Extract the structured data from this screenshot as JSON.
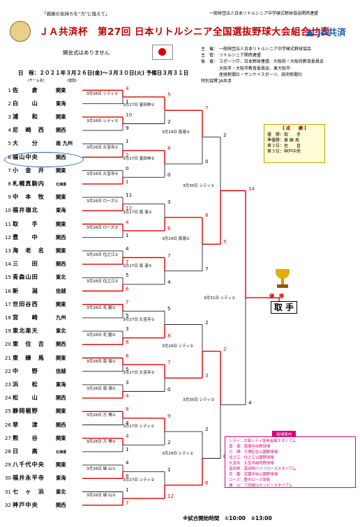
{
  "header": {
    "motto": "「感謝の気持ちを“力”に換えて」",
    "org_top": "一般財団法人日本リトルシニア中学硬式野球協会関西連盟",
    "title": "ＪＡ共済杯　第27回 日本リトルシニア全国選抜野球大会組合せ表",
    "ja_logo": "JA共済",
    "ceremony": "開会式はありません",
    "dates": "日　程：２０２１年３月２６日(金)～３月３０日(火)  予備日３月３１日",
    "col_team": "(チーム名)",
    "col_league": "(連盟)"
  },
  "organizers": [
    {
      "k": "主　催：",
      "v": "一般財団法人日本リトルシニア中学硬式野球協会"
    },
    {
      "k": "主　管：",
      "v": "リトルシニア関西連盟"
    },
    {
      "k": "後　援：",
      "v": "スポーツ庁、日本野球連盟、大阪府・大阪府教育委員会"
    },
    {
      "k": "",
      "v": "大阪市・大阪市教育委員会、東大阪市"
    },
    {
      "k": "",
      "v": "産経新聞社・サンケイスポーツ、読売新聞社"
    },
    {
      "k": "特別協賛：",
      "v": "JA共済"
    }
  ],
  "results": {
    "title": "【 成　　績 】",
    "rows": [
      "優　勝：取　　手",
      "準優勝：東 練 馬",
      "第３位：佐　　倉",
      "第３位：神戸中央"
    ]
  },
  "teams": [
    {
      "no": "1",
      "name": "佐　　倉",
      "league": "関東",
      "small": false
    },
    {
      "no": "2",
      "name": "白　　山",
      "league": "東海",
      "small": false
    },
    {
      "no": "3",
      "name": "浦　　和",
      "league": "関東",
      "small": false
    },
    {
      "no": "4",
      "name": "尼　崎　西",
      "league": "関西",
      "small": false
    },
    {
      "no": "5",
      "name": "大　　分",
      "league": "南 九州",
      "small": false
    },
    {
      "no": "6",
      "name": "福山中央",
      "league": "関西",
      "small": false
    },
    {
      "no": "7",
      "name": "小　金　井",
      "league": "関東",
      "small": false
    },
    {
      "no": "8",
      "name": "札幌真駒内",
      "league": "北海道",
      "small": true
    },
    {
      "no": "9",
      "name": "中　本　牧",
      "league": "関東",
      "small": false
    },
    {
      "no": "10",
      "name": "福井嶺北",
      "league": "東海",
      "small": false
    },
    {
      "no": "11",
      "name": "取　　手",
      "league": "関東",
      "small": false
    },
    {
      "no": "12",
      "name": "豊　　中",
      "league": "関西",
      "small": false
    },
    {
      "no": "13",
      "name": "海　老　名",
      "league": "関東",
      "small": false
    },
    {
      "no": "14",
      "name": "三　　田",
      "league": "関西",
      "small": false
    },
    {
      "no": "15",
      "name": "青森山田",
      "league": "東北",
      "small": false
    },
    {
      "no": "16",
      "name": "新　　潟",
      "league": "信越",
      "small": false
    },
    {
      "no": "17",
      "name": "世田谷西",
      "league": "関東",
      "small": false
    },
    {
      "no": "18",
      "name": "宮　　崎",
      "league": "九州",
      "small": false
    },
    {
      "no": "19",
      "name": "東北楽天",
      "league": "東北",
      "small": false
    },
    {
      "no": "20",
      "name": "東　住　吉",
      "league": "関西",
      "small": false
    },
    {
      "no": "21",
      "name": "東　練　馬",
      "league": "関東",
      "small": false
    },
    {
      "no": "22",
      "name": "中　　野",
      "league": "信越",
      "small": false
    },
    {
      "no": "23",
      "name": "浜　　松",
      "league": "東海",
      "small": false
    },
    {
      "no": "24",
      "name": "松　　山",
      "league": "関西",
      "small": false
    },
    {
      "no": "25",
      "name": "静岡裾野",
      "league": "関東",
      "small": false
    },
    {
      "no": "26",
      "name": "草　　津",
      "league": "関西",
      "small": false
    },
    {
      "no": "27",
      "name": "熊　　谷",
      "league": "関東",
      "small": false
    },
    {
      "no": "28",
      "name": "日　　高",
      "league": "北海道",
      "small": true
    },
    {
      "no": "29",
      "name": "八千代中央",
      "league": "関東",
      "small": false
    },
    {
      "no": "30",
      "name": "福井永平寺",
      "league": "東海",
      "small": false
    },
    {
      "no": "31",
      "name": "七　ヶ　浜",
      "league": "東北",
      "small": false
    },
    {
      "no": "32",
      "name": "神戸中央",
      "league": "関西",
      "small": false
    }
  ],
  "r1": [
    {
      "label": "3月26日 シティ①",
      "s": [
        "4",
        "1"
      ]
    },
    {
      "label": "3月26日 シティ②",
      "s": [
        "10",
        "9"
      ]
    },
    {
      "label": "3月26日 久宝寺①",
      "s": [
        "1",
        "2"
      ]
    },
    {
      "label": "3月26日 久宝寺②",
      "s": [
        "0",
        "1"
      ]
    },
    {
      "label": "3月26日 ローズ①",
      "s": [
        "11",
        "12"
      ]
    },
    {
      "label": "3月26日 ローズ②",
      "s": [
        "4",
        "1"
      ]
    },
    {
      "label": "3月26日 住之江①",
      "s": [
        "4",
        "7"
      ]
    },
    {
      "label": "3月26日 住之江②",
      "s": [
        "5",
        "6"
      ]
    },
    {
      "label": "3月26日 花 園①",
      "s": [
        "7",
        "5"
      ]
    },
    {
      "label": "3月26日 花 園②",
      "s": [
        "3",
        "8"
      ]
    },
    {
      "label": "3月26日 南 港①",
      "s": [
        "6",
        "5"
      ]
    },
    {
      "label": "3月26日 南 港②",
      "s": [
        "3",
        "4"
      ]
    },
    {
      "label": "3月26日 万 博①",
      "s": [
        "8",
        "4"
      ]
    },
    {
      "label": "3月26日 万 博②",
      "s": [
        "4",
        "1"
      ]
    },
    {
      "label": "3月26日 城 山①",
      "s": [
        "4",
        "8"
      ]
    },
    {
      "label": "3月26日 城 山②",
      "s": [
        "1",
        "7"
      ]
    }
  ],
  "r2": [
    {
      "label": "3月27日 富田林①",
      "s": [
        "5",
        "2"
      ]
    },
    {
      "label": "3月27日 富田林②",
      "s": [
        "8",
        "0"
      ]
    },
    {
      "label": "3月27日 南 港①",
      "s": [
        "3",
        "6"
      ]
    },
    {
      "label": "3月27日 南 港②",
      "s": [
        "7",
        "4"
      ]
    },
    {
      "label": "3月27日 久宝寺①",
      "s": [
        "5",
        "8"
      ]
    },
    {
      "label": "3月27日 久宝寺②",
      "s": [
        "7",
        "0"
      ]
    },
    {
      "label": "3月27日 シティ①",
      "s": [
        "9",
        "2"
      ]
    },
    {
      "label": "3月27日 シティ②",
      "s": [
        "1",
        "12"
      ]
    }
  ],
  "r3": [
    {
      "label": "3月29日 南港②",
      "s": [
        "7",
        "0"
      ]
    },
    {
      "label": "3月29日 南港①",
      "s": [
        "8",
        "7"
      ]
    },
    {
      "label": "3月29日 シティ②",
      "s": [
        "2",
        "3"
      ]
    },
    {
      "label": "3月29日 シティ①",
      "s": [
        "2",
        "6"
      ]
    }
  ],
  "r4": [
    {
      "label": "3月30日 シティ①",
      "s": [
        "2",
        "5"
      ]
    },
    {
      "label": "3月30日 シティ②",
      "s": [
        "2",
        "0"
      ]
    }
  ],
  "final": {
    "label": "3月31日 シティ①",
    "s": [
      "14",
      "4"
    ]
  },
  "champion": {
    "label": "優　勝",
    "name": "取 手"
  },
  "venues": {
    "title": "球場案内",
    "rows": [
      "シティ：大阪シティ信用金庫スタジアム",
      "南　港：南港中央野球場",
      "万　博：万博記念公園野球場",
      "住之江：住之江公園野球場",
      "久宝寺：久宝寺緑地野球場",
      "富田林：富田林バファローズスタジアム",
      "花　園：花園中央公園野球場",
      "ローズ：豊中ローズ球場",
      "城　山：三田城山キッピースタジアム"
    ]
  },
  "footer": "※試合開始時間　①10:00　②13:00",
  "colors": {
    "title": "#c00000",
    "win_line": "#e00000",
    "ja": "#1d5fa8"
  }
}
